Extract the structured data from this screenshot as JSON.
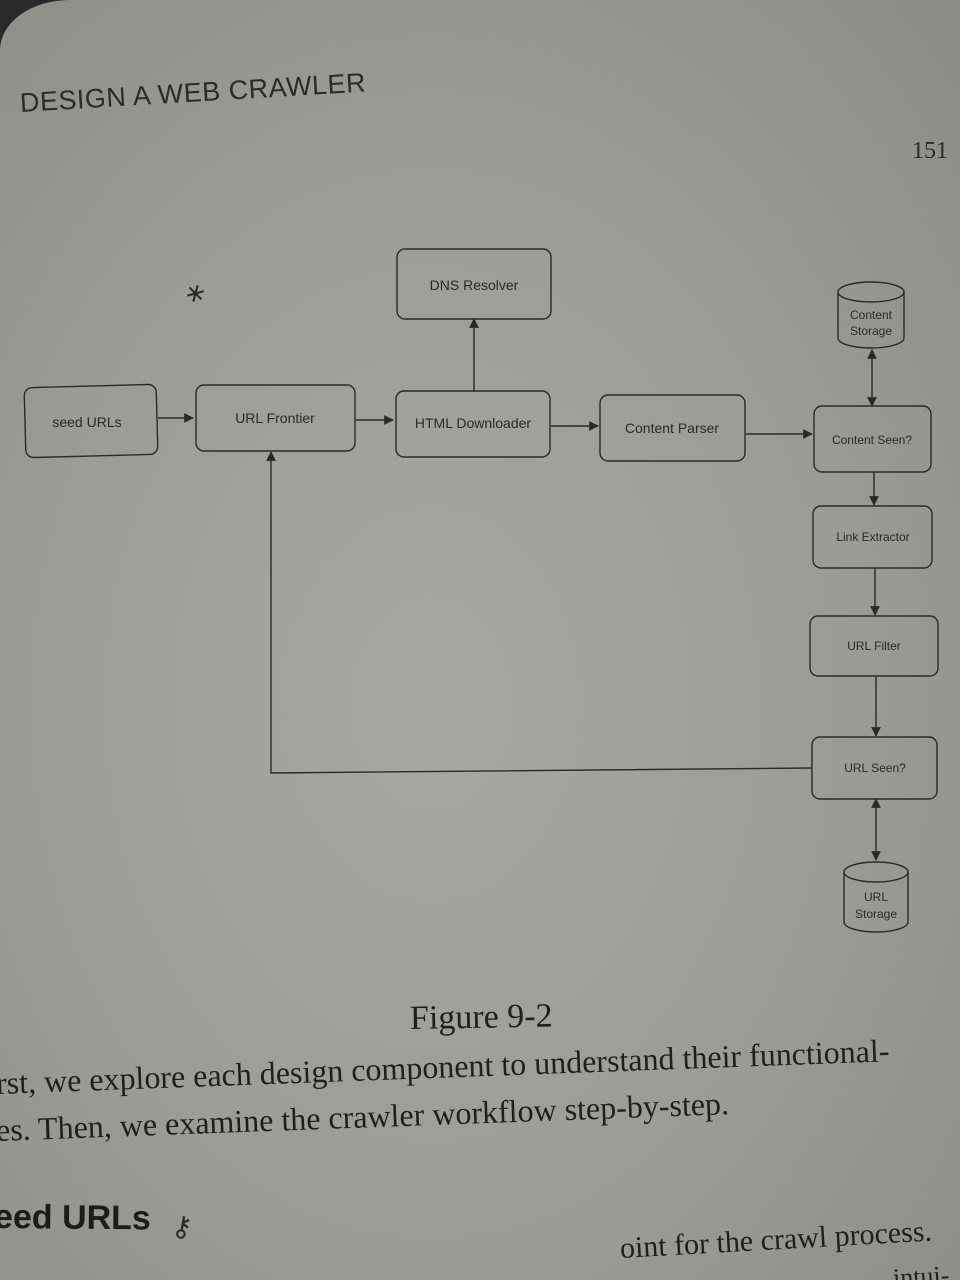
{
  "header": {
    "running_head": "DESIGN A WEB CRAWLER",
    "page_number": "151"
  },
  "diagram": {
    "nodes": {
      "seed_urls": "seed URLs",
      "url_frontier": "URL Frontier",
      "html_downloader": "HTML Downloader",
      "dns_resolver": "DNS Resolver",
      "content_parser": "Content Parser",
      "content_storage": [
        "Content",
        "Storage"
      ],
      "content_seen": "Content Seen?",
      "link_extractor": "Link Extractor",
      "url_filter": "URL Filter",
      "url_seen": "URL Seen?",
      "url_storage": [
        "URL",
        "Storage"
      ]
    }
  },
  "caption": "Figure 9-2",
  "body": {
    "line1": "rst, we explore each design component to understand their functional-",
    "line2": "es. Then, we examine the crawler workflow step-by-step."
  },
  "section_heading": "eed URLs",
  "partial_line": "oint for the crawl process.",
  "partial_line_2": "intui-",
  "annotations": {
    "pen_mark_1": "⚹",
    "pen_mark_2": "⚷"
  }
}
